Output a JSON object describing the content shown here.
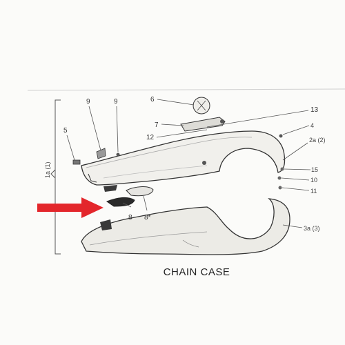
{
  "diagram": {
    "caption": "CHAIN CASE",
    "callouts": {
      "n9a": "9",
      "n9b": "9",
      "n6": "6",
      "n13": "13",
      "n5": "5",
      "n7": "7",
      "n12": "12",
      "n4": "4",
      "n2a": "2a (2)",
      "n1a": "1a (1)",
      "n15": "15",
      "n10": "10",
      "n11": "11",
      "n8": "8",
      "n8p": "8*",
      "n3a": "3a (3)"
    },
    "arrow_color": "#e3262b",
    "line_color": "#3a3a3a"
  }
}
